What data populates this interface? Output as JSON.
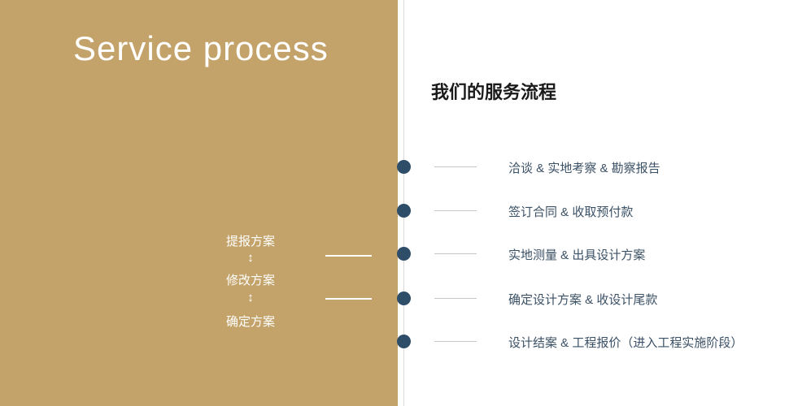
{
  "slide": {
    "title": "Service process",
    "heading": "我们的服务流程"
  },
  "left_flow": {
    "arrow_icon": "↕",
    "steps": [
      "提报方案",
      "修改方案",
      "确定方案"
    ]
  },
  "process_steps": [
    "洽谈 & 实地考察 & 勘察报告",
    "签订合同 & 收取预付款",
    "实地测量 & 出具设计方案",
    "确定设计方案 & 收设计尾款",
    "设计结案 & 工程报价（进入工程实施阶段）"
  ],
  "colors": {
    "gold_panel": "#c3a369",
    "dot": "#2e4d68",
    "step_text": "#3b5166",
    "dash_line": "#c6c6c6",
    "divider": "#d9d9d9"
  }
}
